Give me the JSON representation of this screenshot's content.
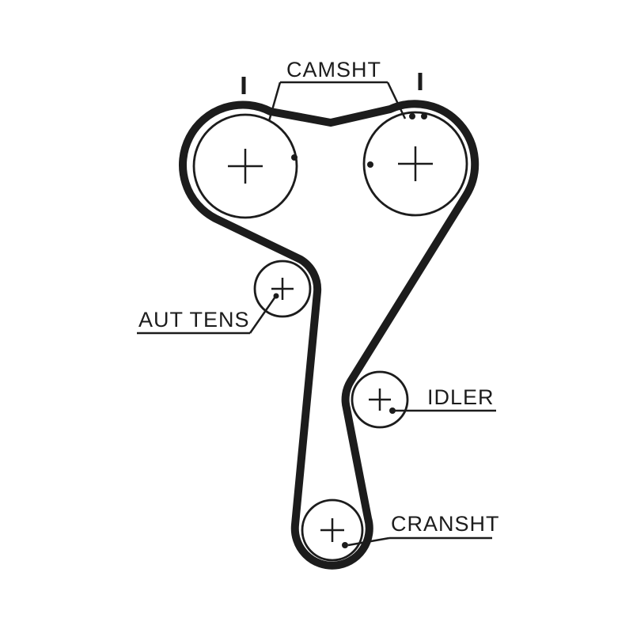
{
  "page": {
    "background": "#ffffff",
    "line_color": "#1c1c1c"
  },
  "diagram": {
    "type": "timing-belt-routing",
    "labels": {
      "camshaft": "CAMSHT",
      "tensioner": "AUT TENS",
      "idler": "IDLER",
      "crankshaft": "CRANSHT"
    },
    "components": [
      {
        "id": "camshaft-left-pulley",
        "label": "CAMSHT"
      },
      {
        "id": "camshaft-right-pulley",
        "label": "CAMSHT"
      },
      {
        "id": "automatic-tensioner-pulley",
        "label": "AUT TENS"
      },
      {
        "id": "idler-pulley",
        "label": "IDLER"
      },
      {
        "id": "crankshaft-pulley",
        "label": "CRANSHT"
      },
      {
        "id": "timing-belt",
        "label": ""
      }
    ]
  }
}
